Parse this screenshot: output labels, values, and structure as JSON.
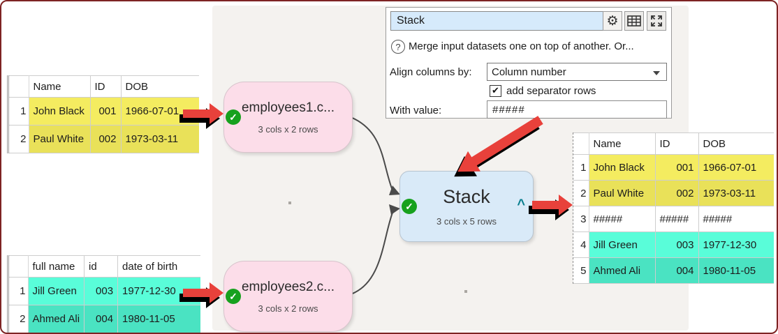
{
  "icons": {
    "check": "✓",
    "help": "?",
    "gear": "⚙",
    "caret_up": "^",
    "checkbox_check": "✔",
    "table_icon_name": "table-view-icon",
    "expand_icon_name": "maximize-icon"
  },
  "panel": {
    "title_value": "Stack",
    "help_text": "Merge input datasets one on top of another. Or...",
    "align_label": "Align columns by:",
    "align_value": "Column number",
    "separator_checkbox_label": "add separator rows",
    "separator_checkbox_checked": true,
    "with_value_label": "With value:",
    "with_value": "#####"
  },
  "nodes": {
    "employees1": {
      "title": "employees1.c...",
      "subtitle": "3 cols x 2 rows"
    },
    "employees2": {
      "title": "employees2.c...",
      "subtitle": "3 cols x 2 rows"
    },
    "stack": {
      "title": "Stack",
      "subtitle": "3 cols x 5 rows"
    }
  },
  "colors": {
    "yellow_row_1": "#f4ec60",
    "yellow_row_2": "#e9e159",
    "teal_row_1": "#59fdd9",
    "teal_row_2": "#4ae3c2",
    "separator_row": "#ffffff",
    "node_pink": "#fcdde9",
    "node_blue": "#d9eaf8",
    "arrow_red": "#e8413b",
    "check_green": "#17a11e"
  },
  "tables": {
    "input1": {
      "headers": [
        "Name",
        "ID",
        "DOB"
      ],
      "rows": [
        {
          "num": "1",
          "name": "John Black",
          "id": "001",
          "dob": "1966-07-01",
          "color": "#f4ec60"
        },
        {
          "num": "2",
          "name": "Paul White",
          "id": "002",
          "dob": "1973-03-11",
          "color": "#e9e159"
        }
      ]
    },
    "input2": {
      "headers": [
        "full name",
        "id",
        "date of birth"
      ],
      "rows": [
        {
          "num": "1",
          "name": "Jill Green",
          "id": "003",
          "dob": "1977-12-30",
          "color": "#59fdd9"
        },
        {
          "num": "2",
          "name": "Ahmed Ali",
          "id": "004",
          "dob": "1980-11-05",
          "color": "#4ae3c2"
        }
      ]
    },
    "output": {
      "headers": [
        "Name",
        "ID",
        "DOB"
      ],
      "rows": [
        {
          "num": "1",
          "name": "John Black",
          "id": "001",
          "dob": "1966-07-01",
          "color": "#f4ec60"
        },
        {
          "num": "2",
          "name": "Paul White",
          "id": "002",
          "dob": "1973-03-11",
          "color": "#e9e159"
        },
        {
          "num": "3",
          "name": "#####",
          "id": "#####",
          "dob": "#####",
          "color": "#ffffff"
        },
        {
          "num": "4",
          "name": "Jill Green",
          "id": "003",
          "dob": "1977-12-30",
          "color": "#59fdd9"
        },
        {
          "num": "5",
          "name": "Ahmed Ali",
          "id": "004",
          "dob": "1980-11-05",
          "color": "#4ae3c2"
        }
      ]
    }
  }
}
